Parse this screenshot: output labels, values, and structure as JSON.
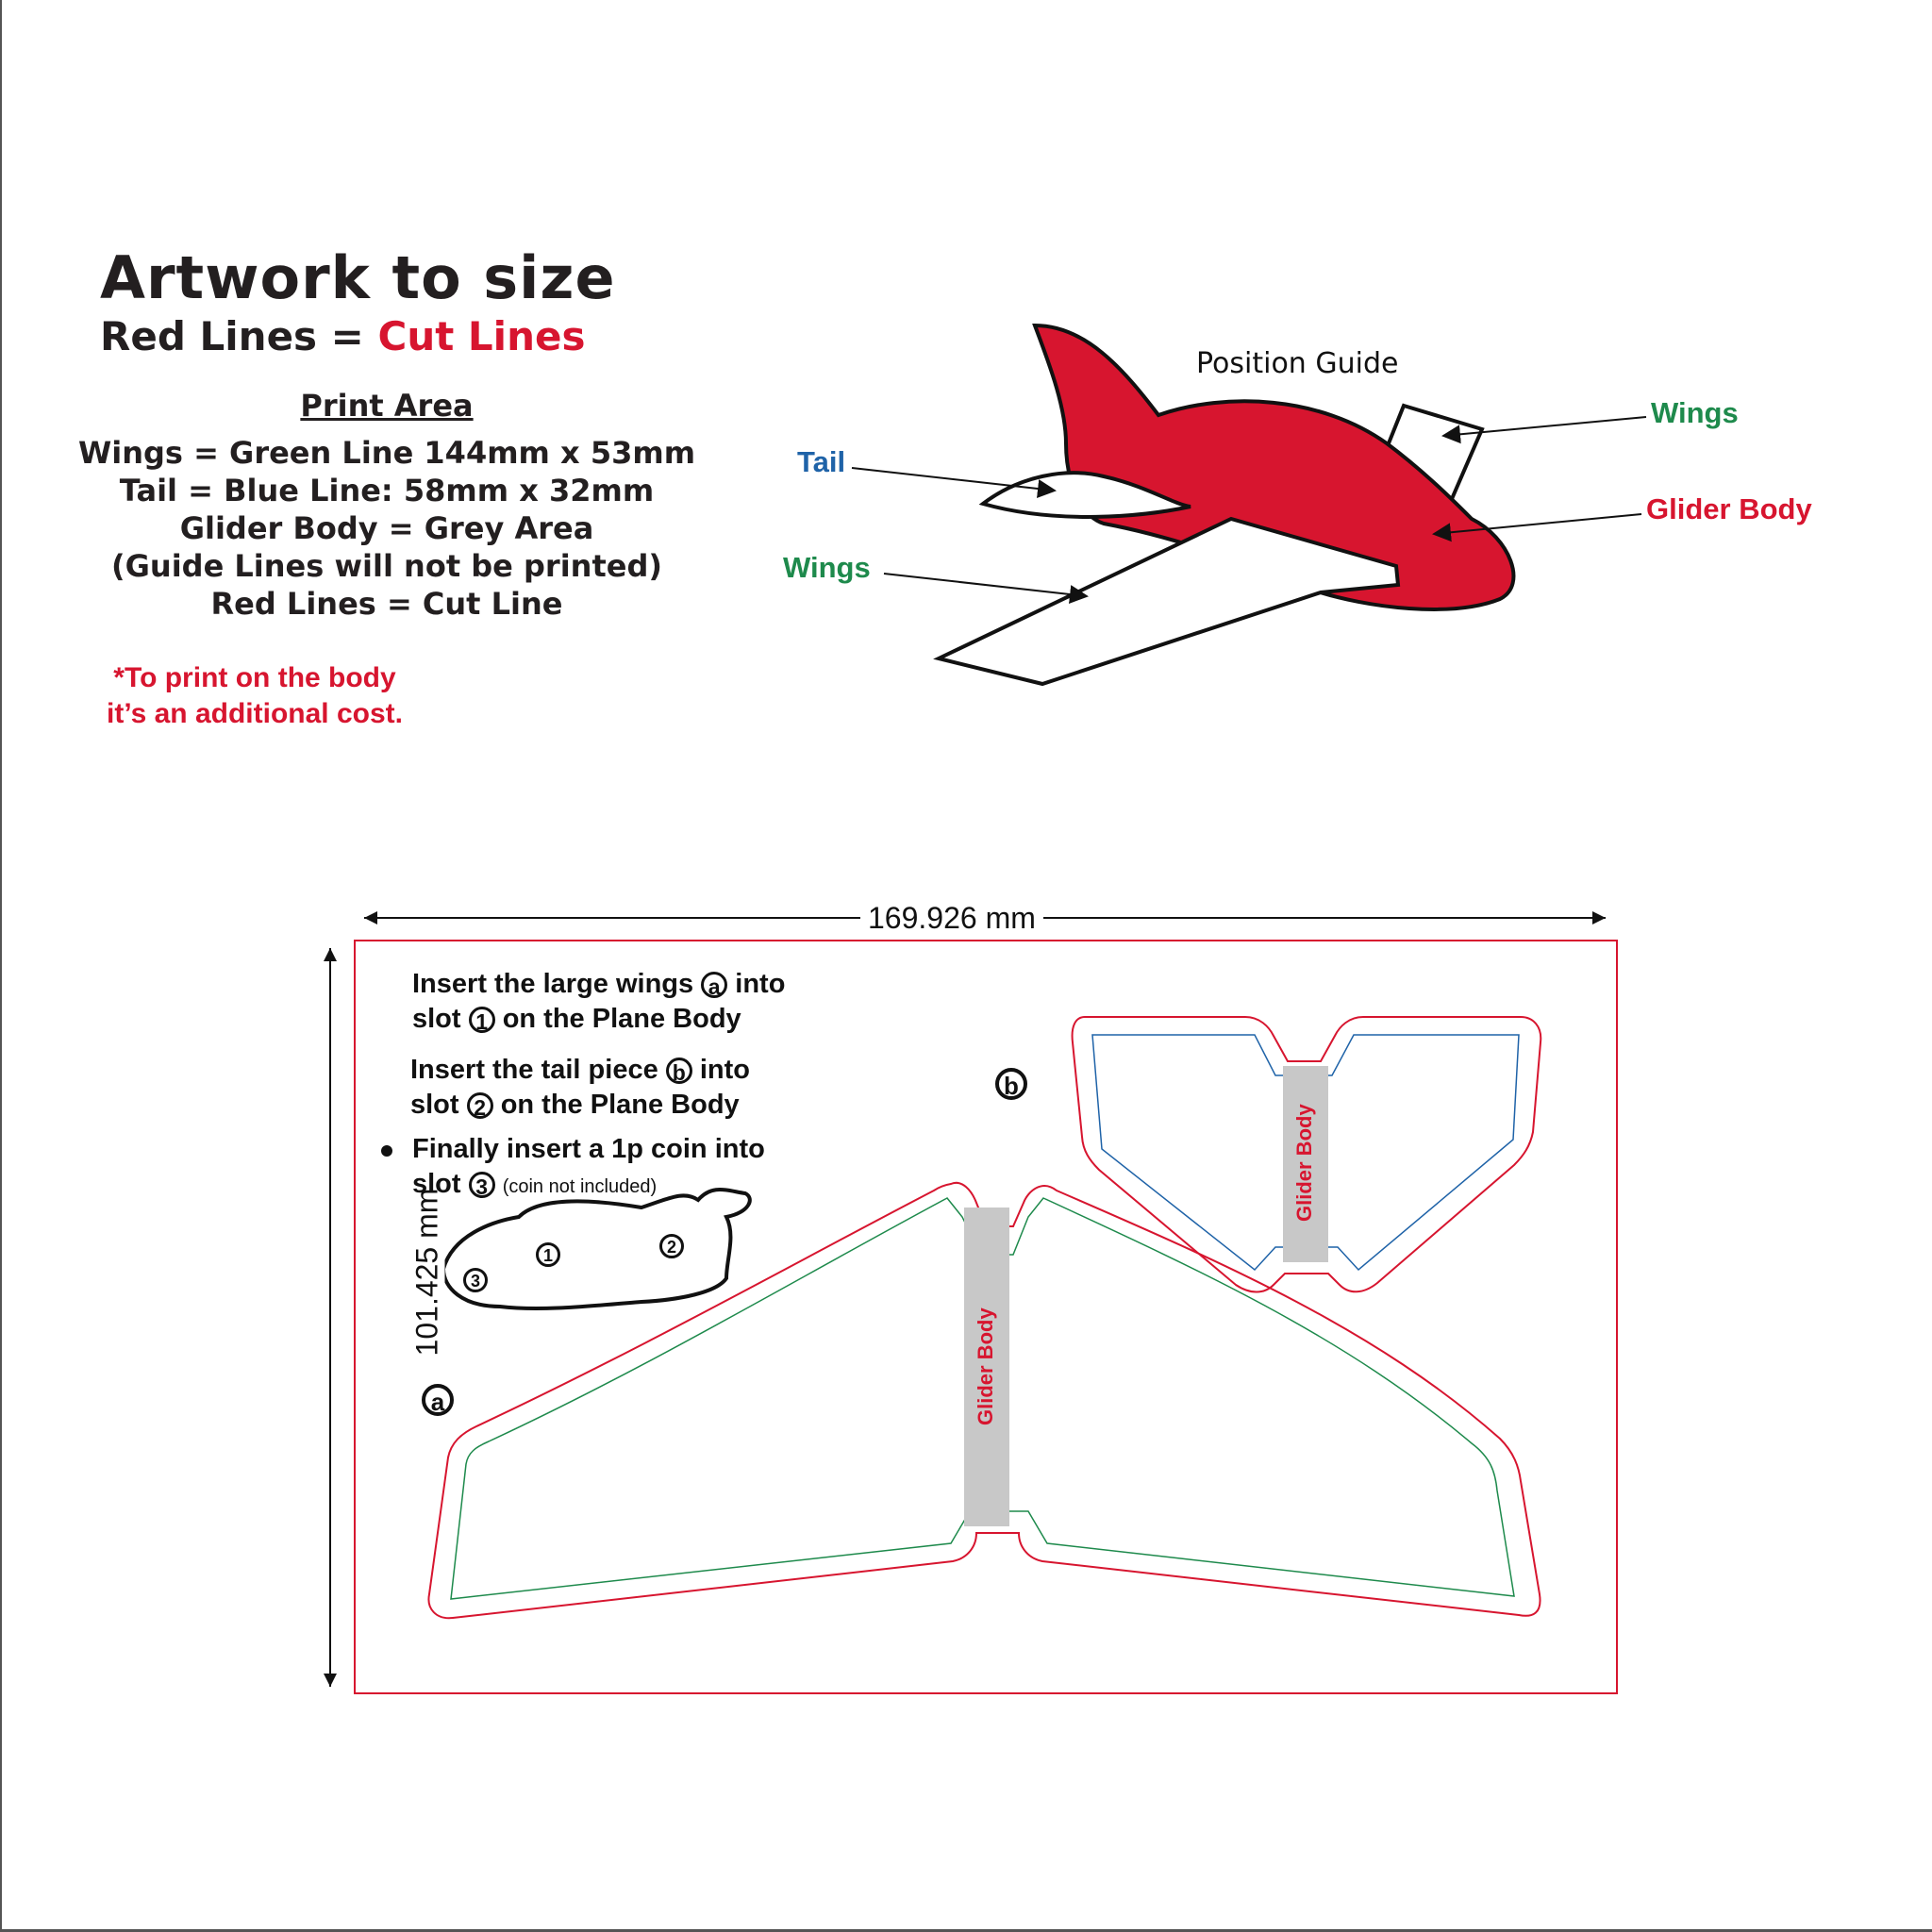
{
  "header": {
    "title": "Artwork to size",
    "subtitle_prefix": "Red Lines = ",
    "subtitle_highlight": "Cut Lines"
  },
  "print_area": {
    "heading": "Print Area",
    "lines": [
      "Wings = Green Line 144mm x 53mm",
      "Tail = Blue Line: 58mm x 32mm",
      "Glider Body = Grey Area",
      "(Guide Lines will not be printed)",
      "Red Lines = Cut Line"
    ]
  },
  "note": {
    "line1": "*To print on the body",
    "line2": "it’s an additional cost."
  },
  "position_guide": {
    "title": "Position Guide",
    "labels": {
      "tail": "Tail",
      "wings_top": "Wings",
      "wings_bottom": "Wings",
      "glider_body": "Glider Body"
    }
  },
  "instructions": {
    "step1_a": "Insert the large wings",
    "step1_marker": "a",
    "step1_b": "into",
    "step1_c": "slot",
    "step1_slot": "1",
    "step1_d": "on the Plane Body",
    "step2_a": "Insert the tail piece",
    "step2_marker": "b",
    "step2_b": "into",
    "step2_c": "slot",
    "step2_slot": "2",
    "step2_d": "on the Plane Body",
    "step3_a": "Finally insert a 1p coin into",
    "step3_c": "slot",
    "step3_slot": "3",
    "step3_note": "(coin not included)"
  },
  "dimensions": {
    "width": "169.926 mm",
    "height": "101.425 mm"
  },
  "template": {
    "wing_marker": "a",
    "tail_marker": "b",
    "wing_body_label": "Glider Body",
    "tail_body_label": "Glider Body",
    "slot_labels": [
      "1",
      "2",
      "3"
    ]
  },
  "colors": {
    "cut_red": "#d7152f",
    "wing_green": "#1e8a4c",
    "tail_blue": "#1f63a8",
    "body_grey": "#c8c8c8"
  }
}
